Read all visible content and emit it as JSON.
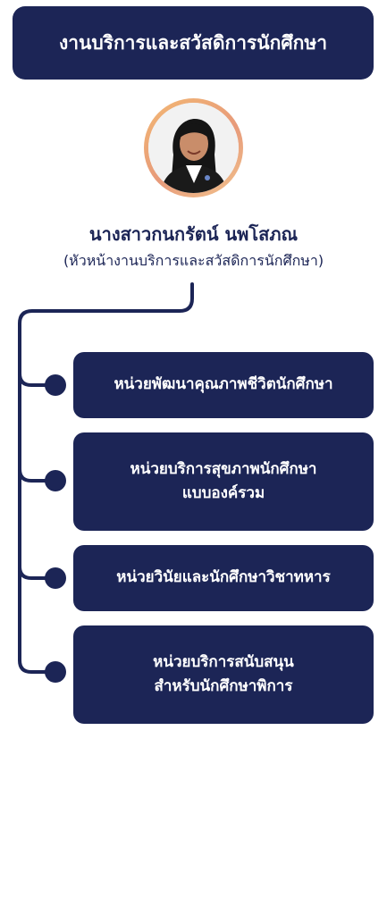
{
  "header": {
    "title": "งานบริการและสวัสดิการนักศึกษา"
  },
  "head_person": {
    "name": "นางสาวกนกรัตน์ นพโสภณ",
    "role": "(หัวหน้างานบริการและสวัสดิการนักศึกษา)"
  },
  "units": [
    {
      "line1": "หน่วยพัฒนาคุณภาพชีวิตนักศึกษา",
      "line2": ""
    },
    {
      "line1": "หน่วยบริการสุขภาพนักศึกษา",
      "line2": "แบบองค์รวม"
    },
    {
      "line1": "หน่วยวินัยและนักศึกษาวิชาทหาร",
      "line2": ""
    },
    {
      "line1": "หน่วยบริการสนับสนุน",
      "line2": "สำหรับนักศึกษาพิการ"
    }
  ],
  "colors": {
    "navy": "#1c2556",
    "ring": "#f0b27a",
    "background": "#ffffff"
  }
}
